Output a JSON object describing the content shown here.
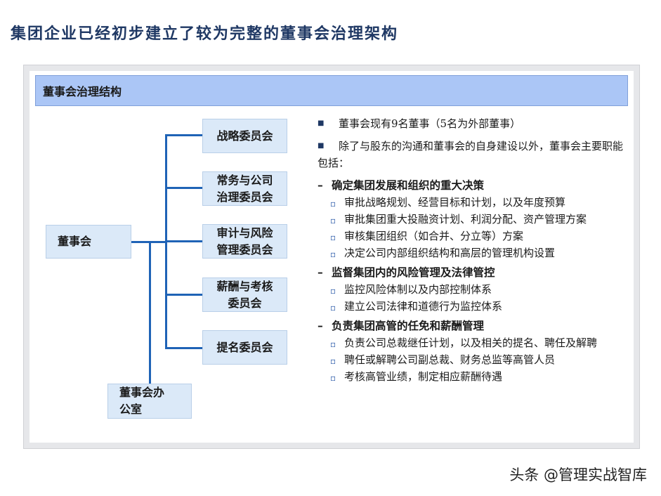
{
  "title": "集团企业已经初步建立了较为完整的董事会治理架构",
  "panel": {
    "header": "董事会治理结构"
  },
  "org": {
    "board": "董事会",
    "office": "董事会办\n公室",
    "committees": [
      "战略委员会",
      "常务与公司\n治理委员会",
      "审计与风险\n管理委员会",
      "薪酬与考核\n委员会",
      "提名委员会"
    ]
  },
  "right": {
    "bullets": [
      "董事会现有9名董事（5名为外部董事）",
      "除了与股东的沟通和董事会的自身建设以外，董事会主要职能包括："
    ],
    "sections": [
      {
        "heading": "确定集团发展和组织的重大决策",
        "items": [
          "审批战略规划、经营目标和计划，以及年度预算",
          "审批集团重大投融资计划、利润分配、资产管理方案",
          "审核集团组织（如合并、分立等）方案",
          "决定公司内部组织结构和高层的管理机构设置"
        ]
      },
      {
        "heading": "监督集团内的风险管理及法律管控",
        "items": [
          "监控风险体制以及内部控制体系",
          "建立公司法律和道德行为监控体系"
        ]
      },
      {
        "heading": "负责集团高管的任免和薪酬管理",
        "items": [
          "负责公司总裁继任计划，以及相关的提名、聘任及解聘",
          "聘任或解聘公司副总裁、财务总监等高管人员",
          "考核高管业绩，制定相应薪酬待遇"
        ]
      }
    ]
  },
  "watermark": "头条 @管理实战智库"
}
